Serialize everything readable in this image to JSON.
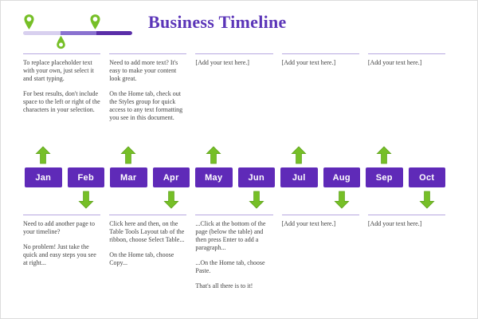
{
  "title": "Business Timeline",
  "colors": {
    "title_purple": "#5b35b8",
    "month_box_purple": "#5f2ab8",
    "arrow_green": "#76bf27",
    "divider_purple": "#b7a8e0",
    "bar_light": "#d8d0ef",
    "bar_mid": "#8a72d0",
    "bar_dark": "#5a2ea8",
    "body_text": "#3f3f3f"
  },
  "top_row": [
    {
      "paragraphs": [
        "To replace placeholder text with your own, just select it and start typing.",
        "For best results, don't include space to the left or right of the characters in your selection."
      ]
    },
    {
      "paragraphs": [
        "Need to add more text? It's easy to make your content look great.",
        "On the Home tab, check out the Styles group for quick access to any text formatting you see in this document."
      ]
    },
    {
      "paragraphs": [
        "[Add your text here.]"
      ]
    },
    {
      "paragraphs": [
        "[Add your text here.]"
      ]
    },
    {
      "paragraphs": [
        "[Add your text here.]"
      ]
    }
  ],
  "timeline": {
    "months": [
      {
        "label": "Jan",
        "arrow": "up"
      },
      {
        "label": "Feb",
        "arrow": "down"
      },
      {
        "label": "Mar",
        "arrow": "up"
      },
      {
        "label": "Apr",
        "arrow": "down"
      },
      {
        "label": "May",
        "arrow": "up"
      },
      {
        "label": "Jun",
        "arrow": "down"
      },
      {
        "label": "Jul",
        "arrow": "up"
      },
      {
        "label": "Aug",
        "arrow": "down"
      },
      {
        "label": "Sep",
        "arrow": "up"
      },
      {
        "label": "Oct",
        "arrow": "down"
      }
    ]
  },
  "bottom_row": [
    {
      "paragraphs": [
        "Need to add another page to your timeline?",
        "No problem! Just take the quick and easy steps you see at right..."
      ]
    },
    {
      "paragraphs": [
        "Click here and then, on the Table Tools Layout tab of the ribbon, choose Select Table...",
        "On the Home tab, choose Copy..."
      ]
    },
    {
      "paragraphs": [
        "...Click at the bottom of the page (below the table) and then press Enter to add a paragraph...",
        "...On the Home tab, choose Paste.",
        "That's all there is to it!"
      ]
    },
    {
      "paragraphs": [
        "[Add your text here.]"
      ]
    },
    {
      "paragraphs": [
        "[Add your text here.]"
      ]
    }
  ]
}
